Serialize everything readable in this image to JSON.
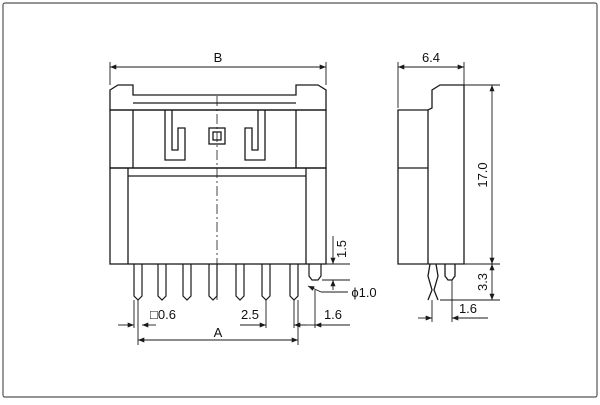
{
  "dimensions": {
    "overall_width": "B",
    "pin_span": "A",
    "pitch": "2.5",
    "pin_square": "□0.6",
    "pin_offset": "1.6",
    "hole_diameter": "ϕ1.0",
    "pin_step": "1.5",
    "side_width": "6.4",
    "side_height": "17.0",
    "side_pin_length": "3.3",
    "side_pin_offset": "1.6"
  },
  "colors": {
    "line": "#1a1a1a",
    "border": "#555555",
    "background": "#ffffff"
  }
}
